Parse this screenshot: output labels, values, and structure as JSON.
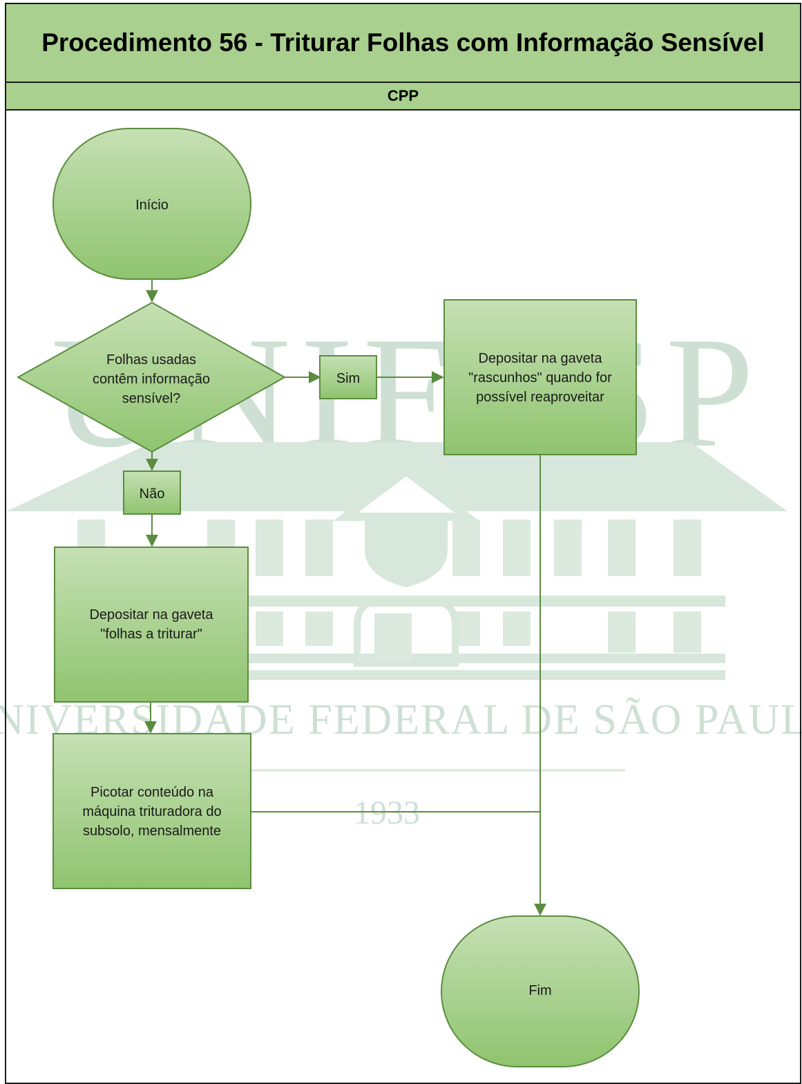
{
  "title": "Procedimento 56 - Triturar Folhas com Informação Sensível",
  "lane": "CPP",
  "watermark": {
    "letters": "UNIFESP",
    "university": "UNIVERSIDADE FEDERAL DE SÃO PAULO",
    "year": "1933"
  },
  "nodes": {
    "start": "Início",
    "decision": [
      "Folhas usadas",
      "contêm informação",
      "sensível?"
    ],
    "yes_label": "Sim",
    "no_label": "Não",
    "drafts": [
      "Depositar na gaveta",
      "\"rascunhos\" quando for",
      "possível reaproveitar"
    ],
    "shred_drawer": [
      "Depositar na gaveta",
      "\"folhas a triturar\""
    ],
    "shred_machine": [
      "Picotar conteúdo na",
      "máquina trituradora do",
      "subsolo, mensalmente"
    ],
    "end": "Fim"
  },
  "colors": {
    "header_fill": "#a9d08e",
    "node_fill_top": "#c6e0b4",
    "node_fill_bottom": "#8fc46f",
    "node_stroke": "#5b8c3e",
    "connector": "#5b8c3e",
    "watermark": "#cde0d3"
  }
}
